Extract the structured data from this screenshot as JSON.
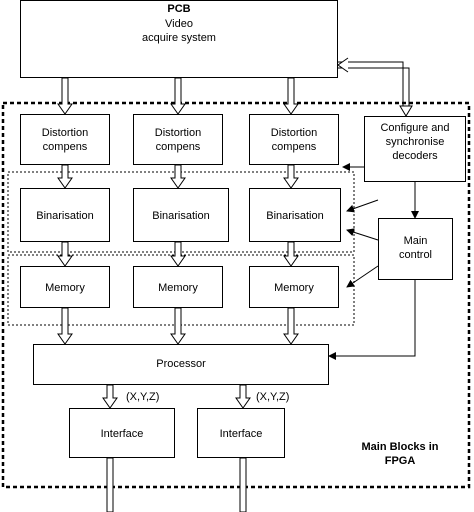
{
  "pcb": {
    "title": "PCB",
    "line1": "Video",
    "line2": "acquire system"
  },
  "distortion": {
    "line1": "Distortion",
    "line2": "compens"
  },
  "configure": {
    "line1": "Configure and",
    "line2": "synchronise",
    "line3": "decoders"
  },
  "binarisation": {
    "label": "Binarisation"
  },
  "memory": {
    "label": "Memory"
  },
  "main_control": {
    "line1": "Main",
    "line2": "control"
  },
  "processor": {
    "label": "Processor"
  },
  "xyz": {
    "label": "(X,Y,Z)"
  },
  "interface": {
    "label": "Interface"
  },
  "fpga_caption": {
    "line1": "Main Blocks in",
    "line2": "FPGA"
  }
}
